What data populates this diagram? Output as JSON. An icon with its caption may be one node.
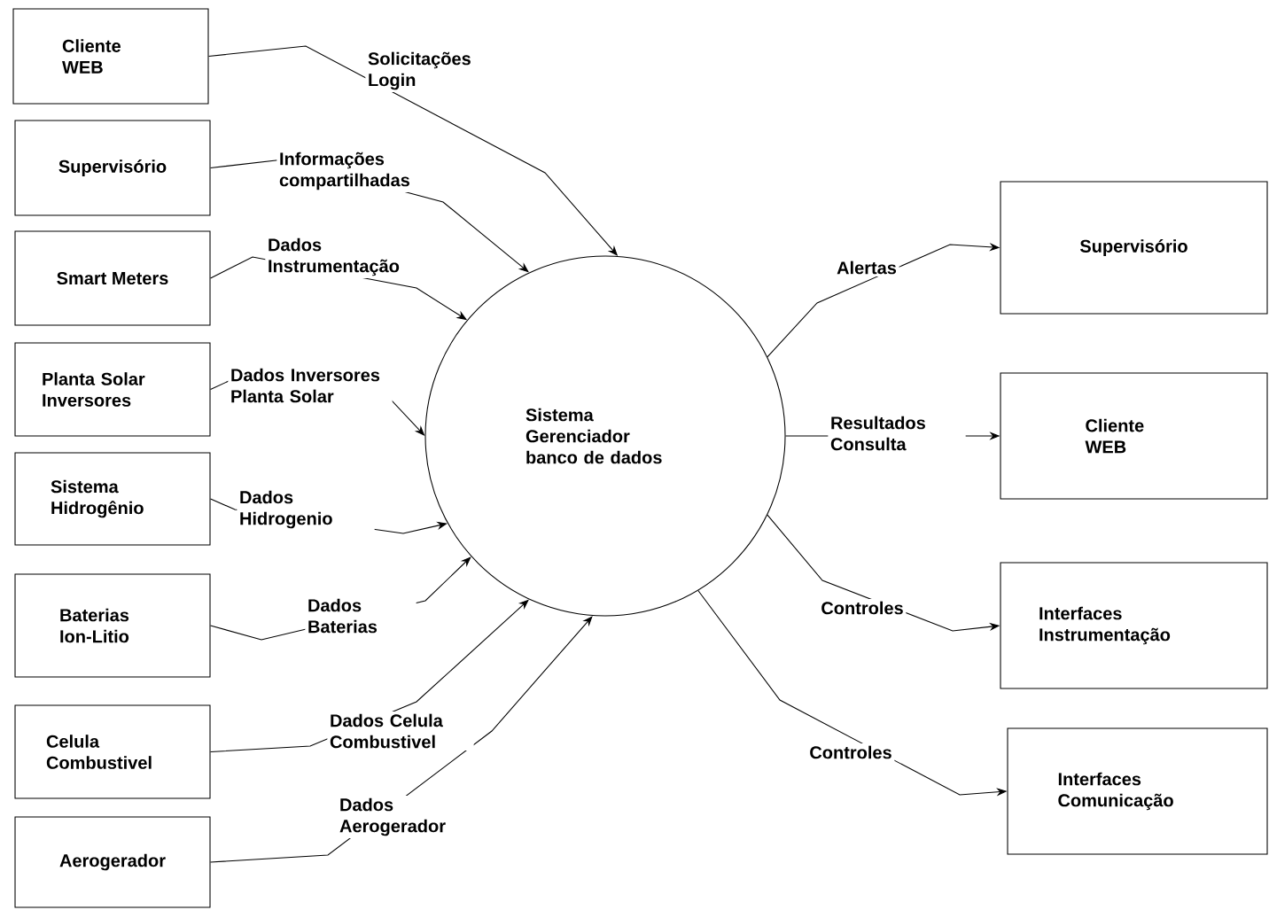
{
  "diagram": {
    "nodes": [
      {
        "text": [
          "Cliente WEB"
        ]
      },
      {
        "text": [
          "Supervisório"
        ]
      },
      {
        "text": [
          "Smart Meters"
        ]
      },
      {
        "text": [
          "Planta Solar Inversores"
        ]
      },
      {
        "text": [
          "Sistema Hidrogênio"
        ]
      },
      {
        "text": [
          "Baterias Ion-Litio"
        ]
      },
      {
        "text": [
          "Celula Combustivel"
        ]
      },
      {
        "text": [
          "Aerogerador"
        ]
      },
      {
        "text": [
          "Sistema Gerenciador banco de dados"
        ]
      },
      {
        "text": [
          "Supervisório"
        ]
      },
      {
        "text": [
          "Cliente WEB"
        ]
      },
      {
        "text": [
          "Interfaces Instrumentação"
        ]
      },
      {
        "text": [
          "Interfaces Comunicação"
        ]
      }
    ],
    "edges": [
      {
        "from": 0,
        "to": 8,
        "arrow": "to",
        "label": "Solicitações Login"
      },
      {
        "from": 1,
        "to": 8,
        "arrow": "to",
        "label": "Informações compartilhadas"
      },
      {
        "from": 2,
        "to": 8,
        "arrow": "to",
        "label": "Dados Instrumentação"
      },
      {
        "from": 3,
        "to": 8,
        "arrow": "to",
        "label": "Dados Inversores Planta Solar"
      },
      {
        "from": 4,
        "to": 8,
        "arrow": "to",
        "label": "Dados Hidrogenio"
      },
      {
        "from": 5,
        "to": 8,
        "arrow": "to",
        "label": "Dados Baterias"
      },
      {
        "from": 6,
        "to": 8,
        "arrow": "to",
        "label": "Dados Celula Combustivel"
      },
      {
        "from": 7,
        "to": 8,
        "arrow": "to",
        "label": "Dados Aerogerador"
      },
      {
        "from": 8,
        "to": 9,
        "arrow": "to",
        "label": "Alertas"
      },
      {
        "from": 8,
        "to": 10,
        "arrow": "to",
        "label": "Resultados Consulta"
      },
      {
        "from": 8,
        "to": 11,
        "arrow": "to",
        "label": "Controles"
      },
      {
        "from": 8,
        "to": 12,
        "arrow": "to",
        "label": "Controles"
      }
    ]
  }
}
